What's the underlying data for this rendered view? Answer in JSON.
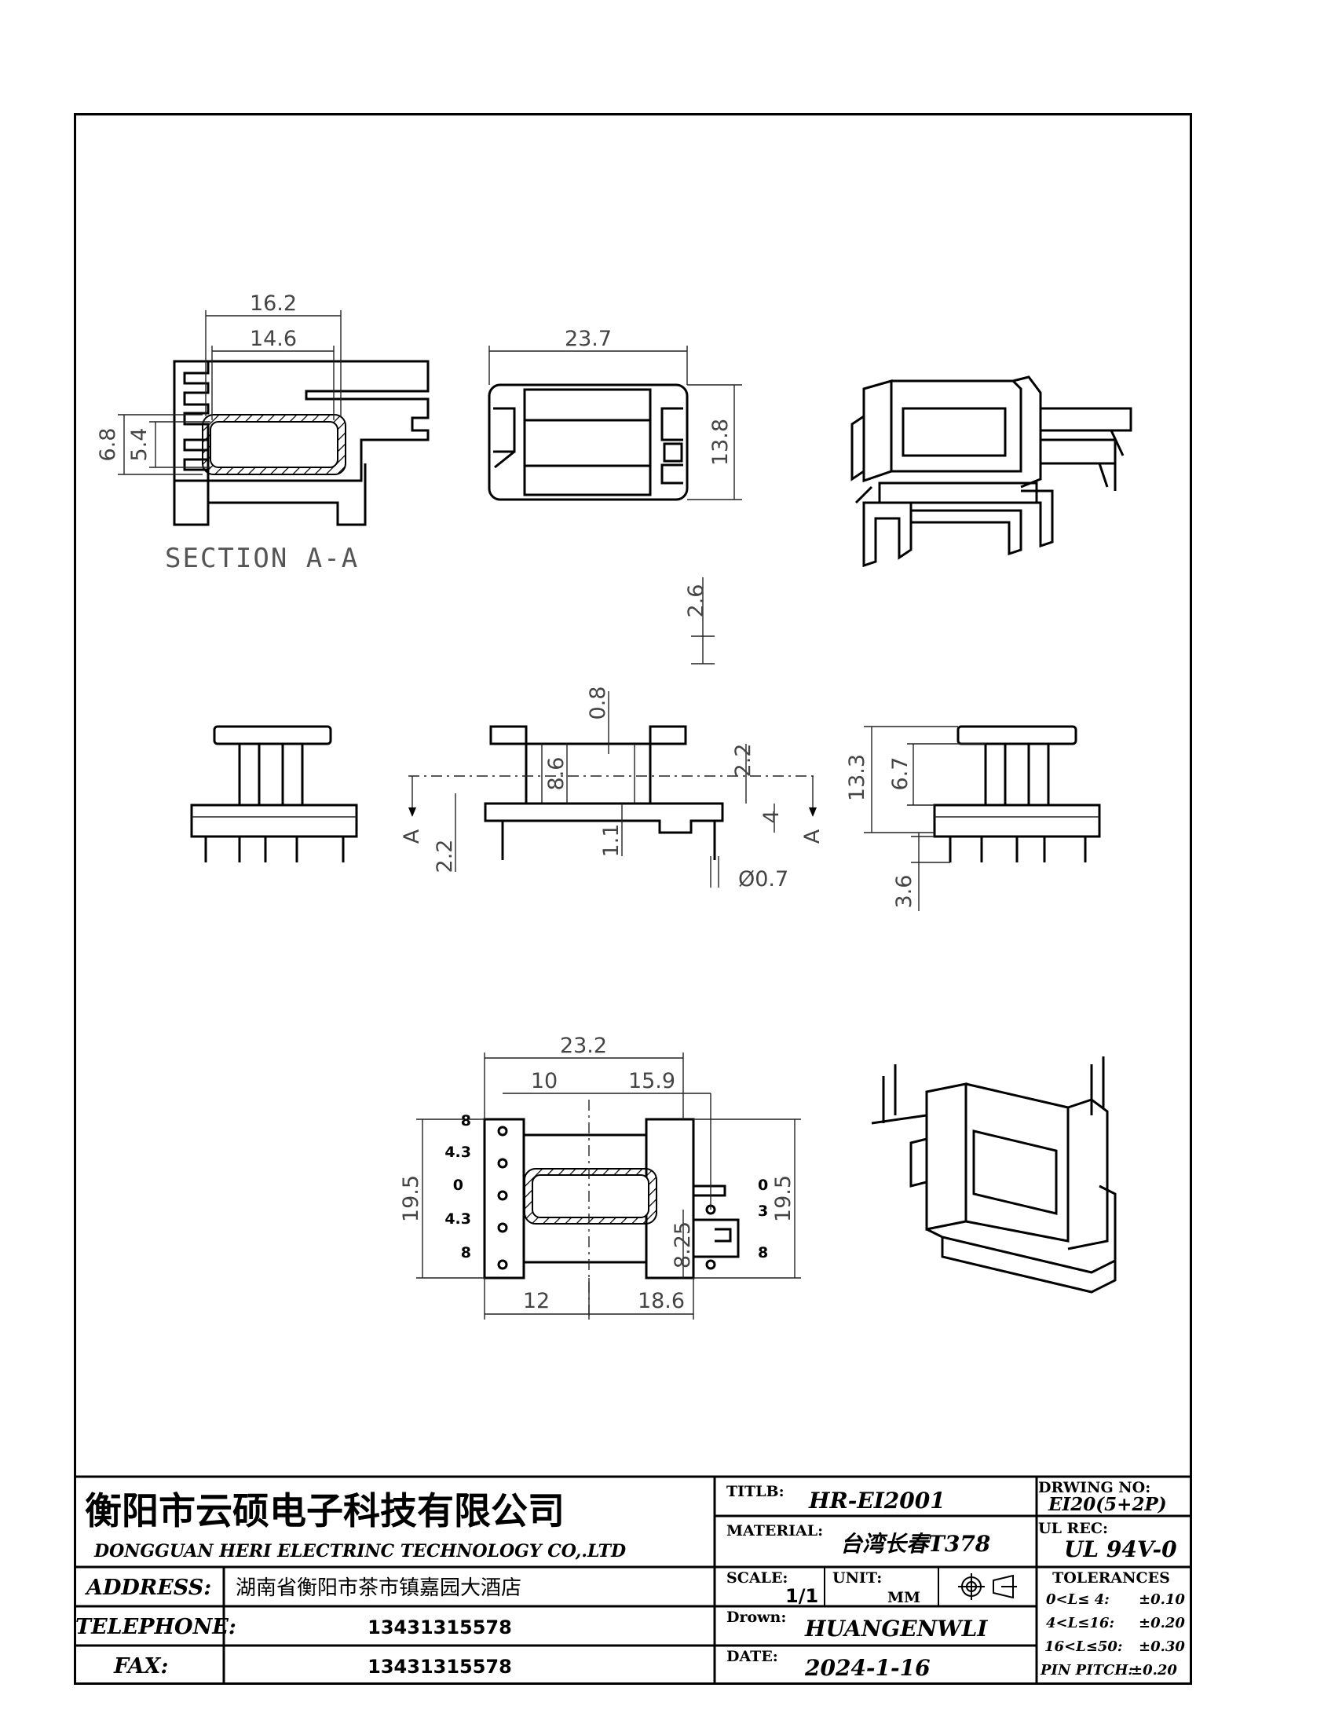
{
  "section_label": "SECTION A-A",
  "dimensions": {
    "sec_w_outer": "16.2",
    "sec_w_inner": "14.6",
    "sec_h_outer": "6.8",
    "sec_h_inner": "5.4",
    "top_w": "23.7",
    "top_h": "13.8",
    "pin_ext": "2.6",
    "flange_t": "0.8",
    "win_h": "8.6",
    "base_h": "2.2",
    "ledge": "2.2",
    "step": "4",
    "core": "1.1",
    "pin_dia": "Ø0.7",
    "side_h": "13.3",
    "side_inner": "6.7",
    "pin_len": "3.6",
    "bot_w": "23.2",
    "bot_left": "10",
    "bot_right": "15.9",
    "bot_h_left": "19.5",
    "bot_h_right": "19.5",
    "bot_b_left": "12",
    "bot_b_right": "18.6",
    "bot_mid": "8.25",
    "pitch_l_top": "8",
    "pitch_l_2": "4.3",
    "pitch_l_0": "0",
    "pitch_l_4": "4.3",
    "pitch_l_bot": "8",
    "pitch_r_0": "0",
    "pitch_r_3": "3",
    "pitch_r_8": "8"
  },
  "section_marker": "A",
  "title_block": {
    "company_cn": "衡阳市云硕电子科技有限公司",
    "company_en": "DONGGUAN HERI ELECTRINC TECHNOLOGY CO,.LTD",
    "address_label": "ADDRESS:",
    "address_value": "湖南省衡阳市茶市镇嘉园大酒店",
    "telephone_label": "TELEPHONE:",
    "telephone_value": "13431315578",
    "fax_label": "FAX:",
    "fax_value": "13431315578",
    "title_label": "TITLB:",
    "title_value": "HR-EI2001",
    "material_label": "MATERIAL:",
    "material_value": "台湾长春T378",
    "scale_label": "SCALE:",
    "scale_value": "1/1",
    "unit_label": "UNIT:",
    "unit_value": "MM",
    "drawn_label": "Drown:",
    "drawn_value": "HUANGENWLI",
    "date_label": "DATE:",
    "date_value": "2024-1-16",
    "drawing_no_label": "DRWING NO:",
    "drawing_no_value": "EI20(5+2P)",
    "ul_label": "UL REC:",
    "ul_value": "UL 94V-0",
    "tolerances_label": "TOLERANCES",
    "tol_1": "0<L≤ 4:",
    "tol_1v": "±0.10",
    "tol_2": "4<L≤16:",
    "tol_2v": "±0.20",
    "tol_3": "16<L≤50:",
    "tol_3v": "±0.30",
    "tol_4": "PIN PITCH:",
    "tol_4v": "±0.20"
  }
}
